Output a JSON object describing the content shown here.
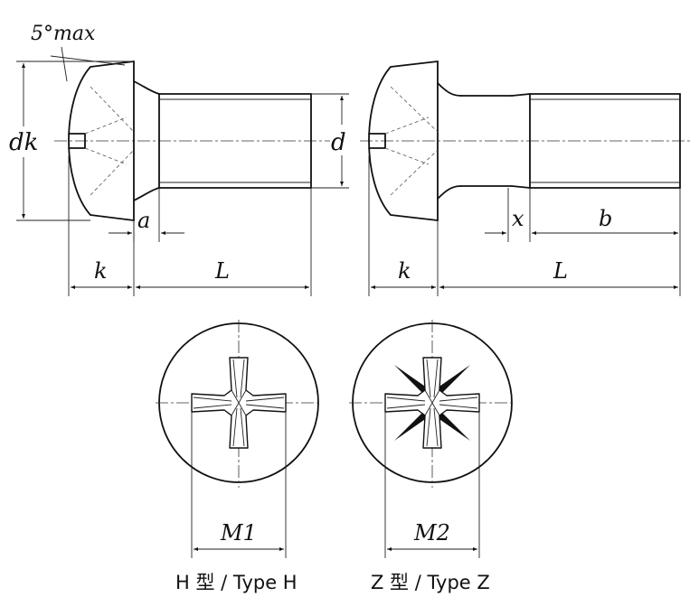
{
  "labels": {
    "angle": "5°max",
    "dk": "dk",
    "d": "d",
    "a": "a",
    "k_left": "k",
    "L_left": "L",
    "x": "x",
    "b": "b",
    "k_right": "k",
    "L_right": "L",
    "m1": "M1",
    "m2": "M2"
  },
  "captions": {
    "type_h": "H 型 / Type H",
    "type_z": "Z 型 / Type Z"
  }
}
